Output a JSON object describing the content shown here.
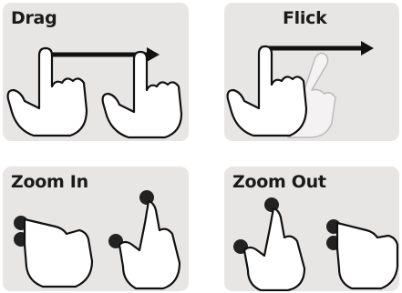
{
  "gestures": [
    {
      "label": "Drag",
      "icon": "drag-gesture-icon"
    },
    {
      "label": "Flick",
      "icon": "flick-gesture-icon"
    },
    {
      "label": "Zoom In",
      "icon": "zoom-in-gesture-icon"
    },
    {
      "label": "Zoom Out",
      "icon": "zoom-out-gesture-icon"
    }
  ],
  "colors": {
    "tile": "#e8e5e5",
    "stroke": "#111111",
    "hand": "#ffffff",
    "ghost": "#f4f2f2",
    "dot": "#222222"
  }
}
